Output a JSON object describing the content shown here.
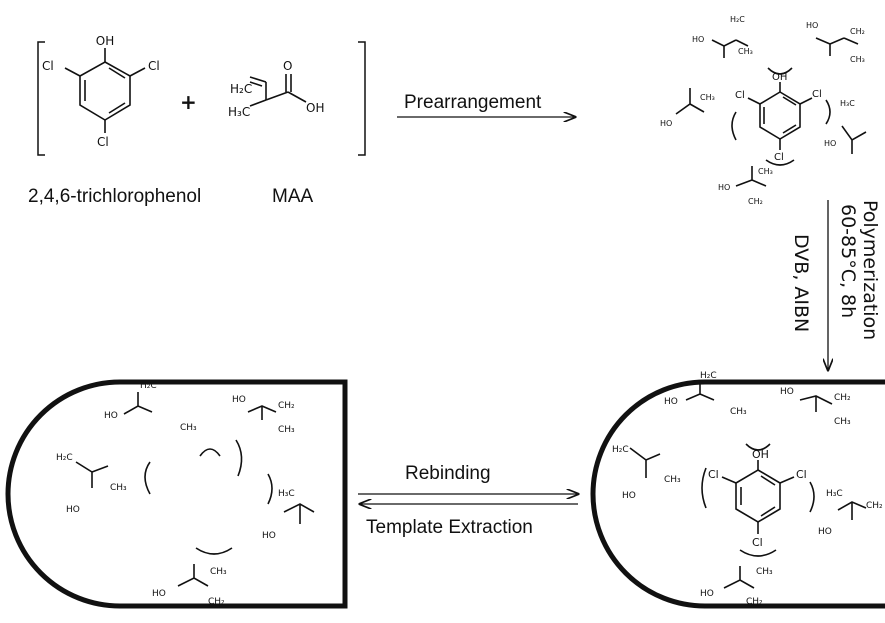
{
  "reactants": {
    "template_name": "2,4,6-trichlorophenol",
    "monomer_name": "MAA",
    "plus": "+"
  },
  "steps": {
    "prearrangement": "Prearrangement",
    "polymerization": "Polymerization",
    "conditions": "60-85°C, 8h",
    "reagents": "DVB, AIBN",
    "rebinding": "Rebinding",
    "extraction": "Template Extraction"
  },
  "atoms": {
    "oh": "OH",
    "cl": "Cl",
    "ho": "HO",
    "o": "O",
    "h2c": "H₂C",
    "ch2": "CH₂",
    "ch3": "CH₃",
    "h3c": "H₃C"
  },
  "colors": {
    "ink": "#111111",
    "background": "#ffffff"
  }
}
